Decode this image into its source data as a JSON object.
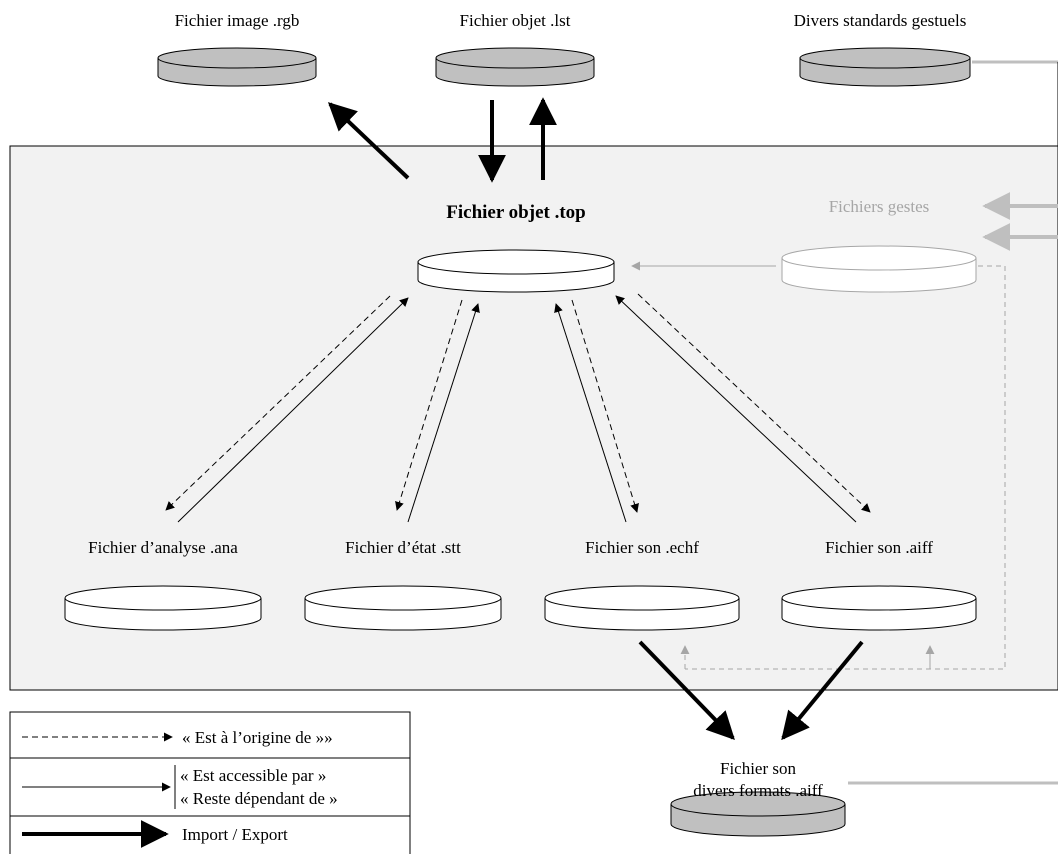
{
  "labels": {
    "rgb": "Fichier image .rgb",
    "lst": "Fichier objet .lst",
    "gest_std": "Divers standards gestuels",
    "top": "Fichier objet .top",
    "gestes": "Fichiers gestes",
    "ana": "Fichier d’analyse .ana",
    "stt": "Fichier d’état .stt",
    "echf": "Fichier son .echf",
    "aiff": "Fichier son .aiff",
    "ext_line1": "Fichier son",
    "ext_line2": "divers formats .aiff"
  },
  "legend": {
    "origin": "« Est à l’origine de »»",
    "access": "« Est accessible par »",
    "depend": "« Reste dépendant de »",
    "importexport": "Import / Export"
  },
  "colors": {
    "panel_fill": "#f2f2f2",
    "disk_gray": "#c0c0c0",
    "dim": "#a6a6a6",
    "dim_line": "#b3b3b3",
    "ink": "#000000"
  }
}
